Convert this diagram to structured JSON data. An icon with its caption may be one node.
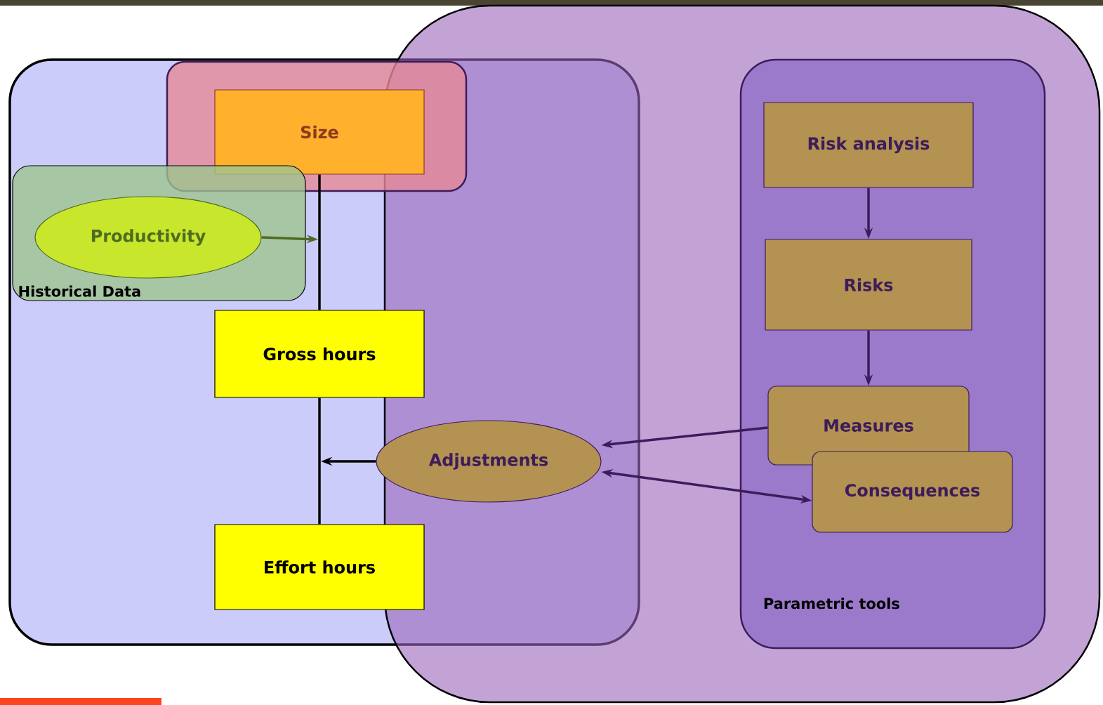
{
  "diagram": {
    "nodes": [
      {
        "text": [],
        "shape": "box"
      },
      {
        "text": [],
        "shape": "box"
      },
      {
        "text": [
          "Parametric tools"
        ],
        "in": 1
      },
      {
        "text": [],
        "shape": "box",
        "in": 0
      },
      {
        "text": [
          "Size"
        ],
        "in": 3
      },
      {
        "text": [
          "Historical Data"
        ],
        "in": 0
      },
      {
        "text": [
          "Productivity"
        ],
        "in": 5
      },
      {
        "text": [
          "Gross hours"
        ],
        "in": 0
      },
      {
        "text": [
          "Effort hours"
        ],
        "in": 0
      },
      {
        "text": [
          "Adjustments"
        ]
      },
      {
        "text": [
          "Risk analysis"
        ],
        "in": 2
      },
      {
        "text": [
          "Risks"
        ],
        "in": 2
      },
      {
        "text": [
          "Measures"
        ],
        "in": 2
      },
      {
        "text": [
          "Consequences"
        ],
        "in": 2
      }
    ],
    "edges": [
      {
        "from": 4,
        "to": 7,
        "arrow": "none",
        "color": "#000000"
      },
      {
        "from": 6,
        "to": null,
        "arrow": "to",
        "color": "#4e6b22"
      },
      {
        "from": 7,
        "to": 8,
        "arrow": "none",
        "color": "#000000"
      },
      {
        "from": 9,
        "to": null,
        "arrow": "to",
        "color": "#000000"
      },
      {
        "from": 10,
        "to": 11,
        "arrow": "to"
      },
      {
        "from": 11,
        "to": 12,
        "arrow": "to"
      },
      {
        "from": 12,
        "to": 9,
        "arrow": "to"
      },
      {
        "from": 9,
        "to": 13,
        "arrow": "both"
      }
    ]
  }
}
